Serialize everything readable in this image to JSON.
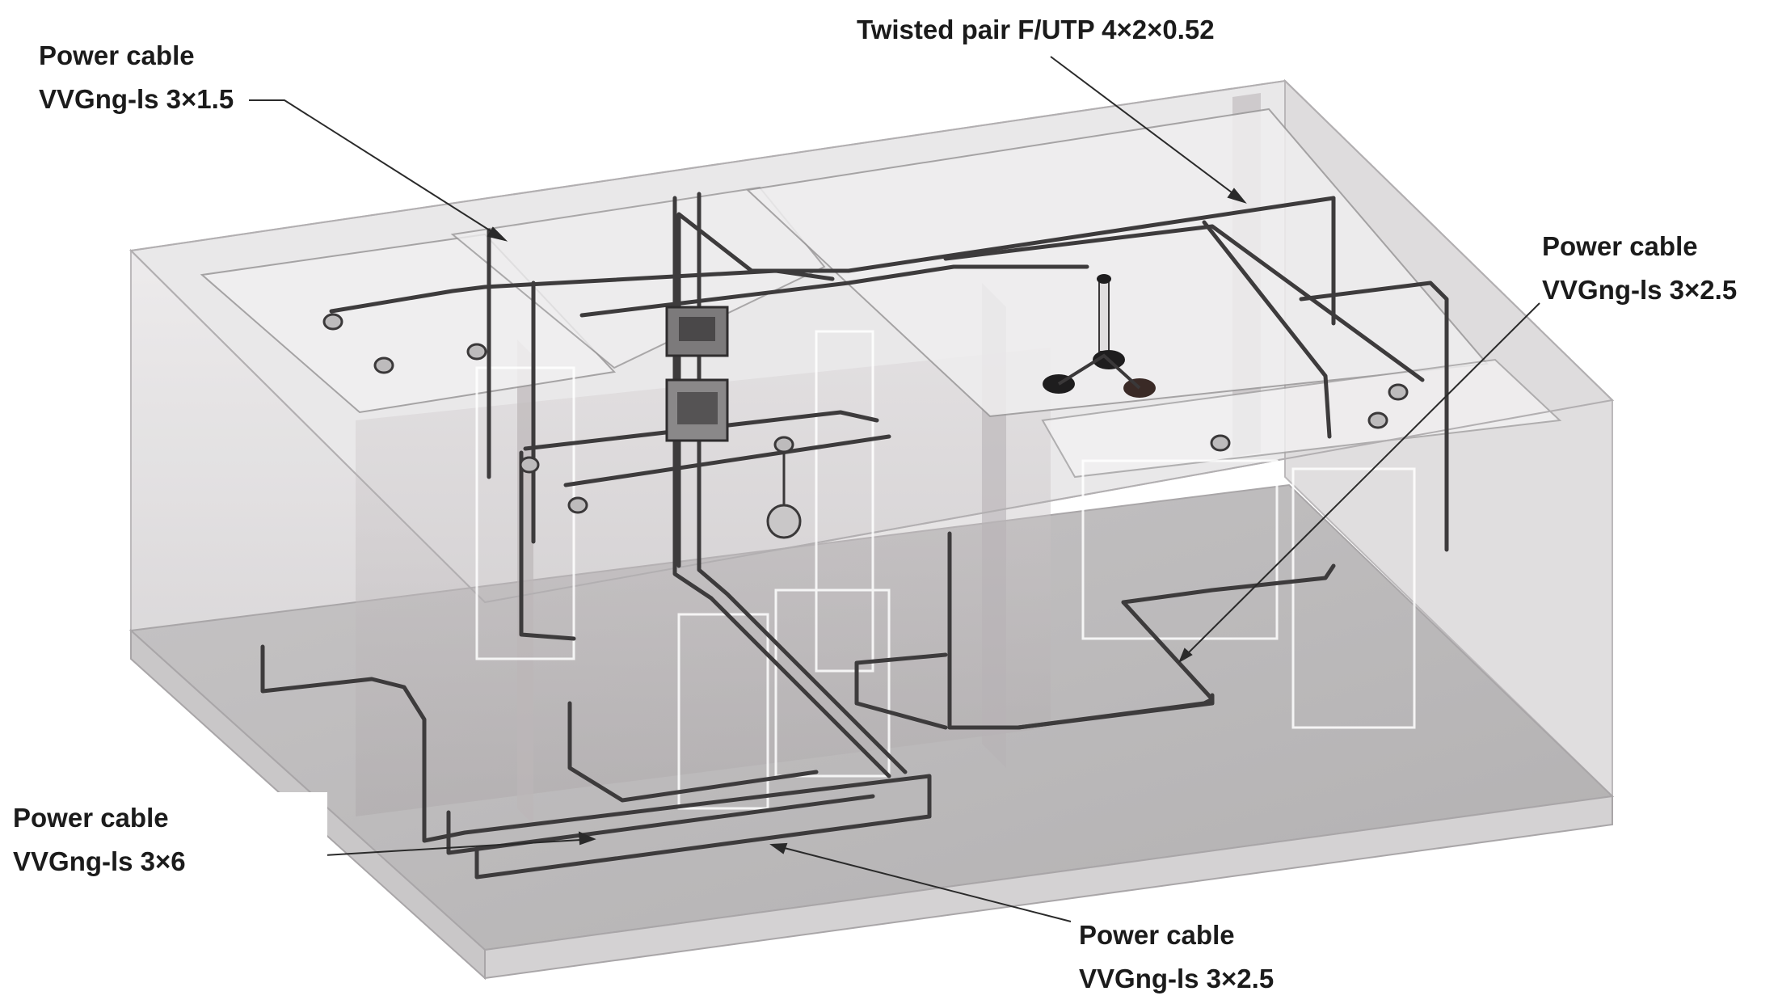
{
  "labels": {
    "twisted_pair": "Twisted pair F/UTP 4×2×0.52",
    "power_top_left": {
      "line1": "Power cable",
      "line2": "VVGng-ls 3×1.5"
    },
    "power_right": {
      "line1": "Power cable",
      "line2": "VVGng-ls 3×2.5"
    },
    "power_bottom_left": {
      "line1": "Power cable",
      "line2": "VVGng-ls 3×6"
    },
    "power_bottom": {
      "line1": "Power cable",
      "line2": "VVGng-ls 3×2.5"
    }
  }
}
